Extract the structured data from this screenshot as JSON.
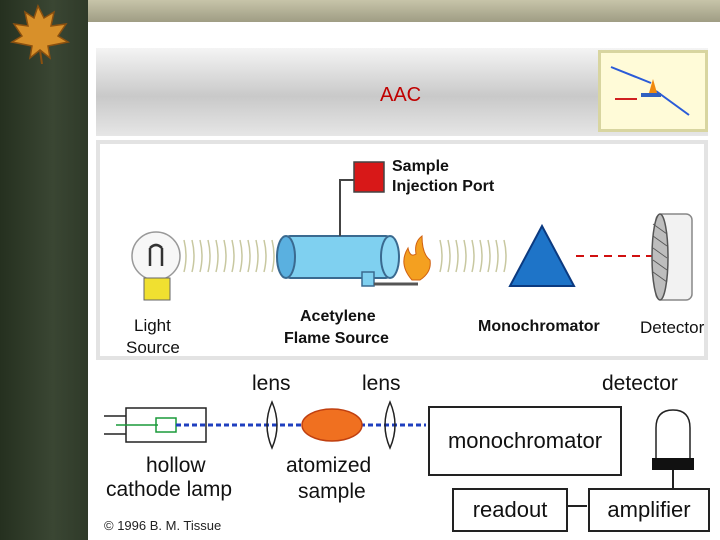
{
  "slide": {
    "title": "AAC"
  },
  "top_diagram": {
    "sample_port_label_1": "Sample",
    "sample_port_label_2": "Injection Port",
    "light_source_1": "Light",
    "light_source_2": "Source",
    "flame_source_1": "Acetylene",
    "flame_source_2": "Flame Source",
    "monochromator": "Monochromator",
    "detector": "Detector"
  },
  "bottom_diagram": {
    "lens_left": "lens",
    "lens_right": "lens",
    "detector": "detector",
    "monochromator": "monochromator",
    "hollow_1": "hollow",
    "hollow_2": "cathode lamp",
    "atomized_1": "atomized",
    "atomized_2": "sample",
    "readout": "readout",
    "amplifier": "amplifier",
    "copyright": "© 1996 B. M. Tissue"
  },
  "colors": {
    "title": "#c00000",
    "beam": "#1f3fbf",
    "red_beam": "#d01010",
    "triangle": "#1e74c8"
  }
}
